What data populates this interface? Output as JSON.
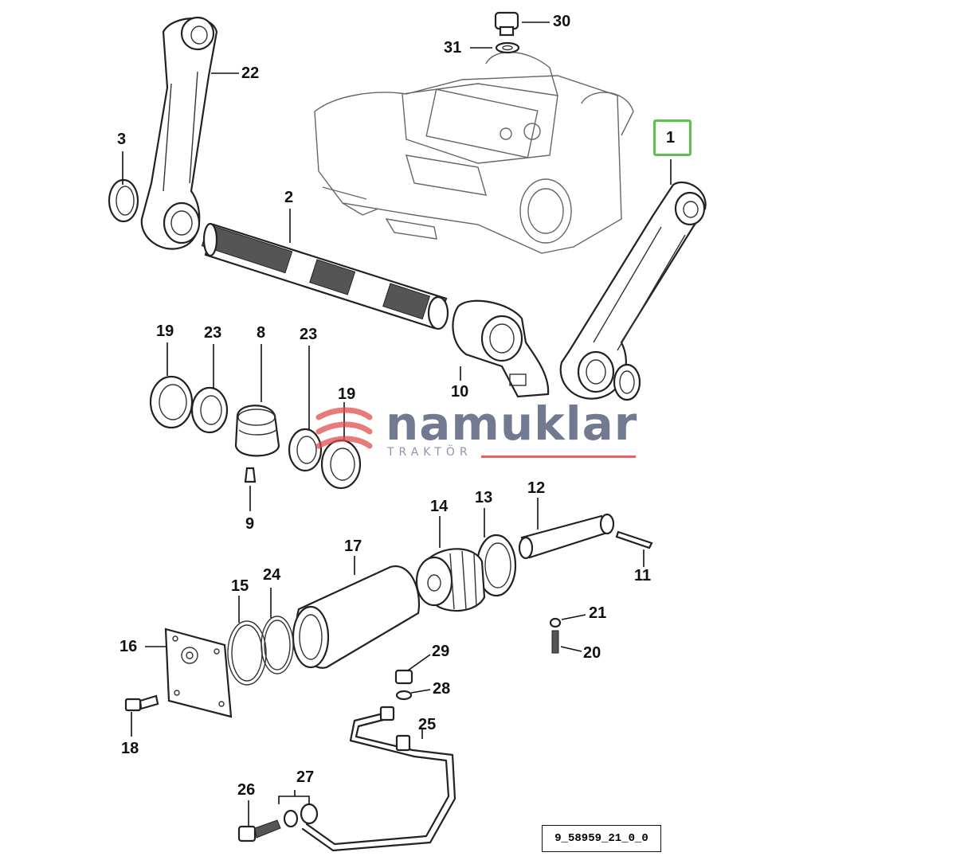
{
  "diagram": {
    "callouts": {
      "c1": "1",
      "c2": "2",
      "c3": "3",
      "c8": "8",
      "c9": "9",
      "c10": "10",
      "c11": "11",
      "c12": "12",
      "c13": "13",
      "c14": "14",
      "c15": "15",
      "c16": "16",
      "c17": "17",
      "c18": "18",
      "c19a": "19",
      "c19b": "19",
      "c20": "20",
      "c21": "21",
      "c22": "22",
      "c23a": "23",
      "c23b": "23",
      "c24": "24",
      "c25": "25",
      "c26": "26",
      "c27": "27",
      "c28": "28",
      "c29": "29",
      "c30": "30",
      "c31": "31"
    },
    "highlighted_part": "1",
    "highlight_color": "#5cc24e",
    "drawing_reference": "9_58959_21_0_0"
  },
  "watermark": {
    "name": "namuklar",
    "subtitle": "TRAKTÖR",
    "name_color": "#5a6380",
    "accent_color": "#e04848"
  }
}
